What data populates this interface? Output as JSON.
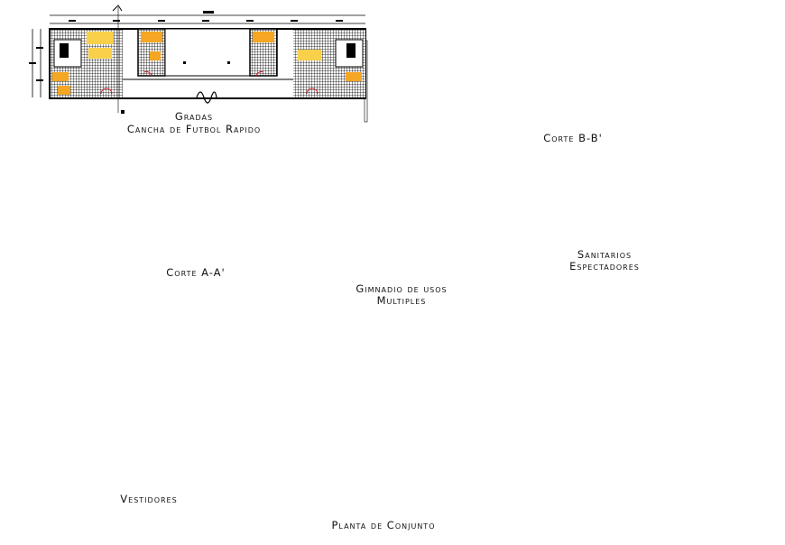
{
  "drawing": {
    "colors": {
      "line": "#000000",
      "seat": "#f5a623",
      "seat_light": "#f8d04a",
      "grass": "#6aaa2a",
      "grass_dot": "#e9f5c8",
      "water": "#2fb3e8",
      "dome": "#2a3ad8",
      "dome_light": "#e6e9ff",
      "court_line": "#f2e33a",
      "dark_teal": "#143c52",
      "red": "#d0202a",
      "lamp": "#7ee04a"
    },
    "labels": {
      "gradas_line1": "Gradas",
      "gradas_line2": "Cancha de Futbol Rapido",
      "corte_bb": "Corte B-B'",
      "corte_aa": "Corte A-A'",
      "gimnasio_line1": "Gimnadio de usos",
      "gimnasio_line2": "Multiples",
      "sanitarios_line1": "Sanitarios",
      "sanitarios_line2": "Espectadores",
      "vestidores": "Vestidores",
      "planta": "Planta de Conjunto"
    }
  }
}
